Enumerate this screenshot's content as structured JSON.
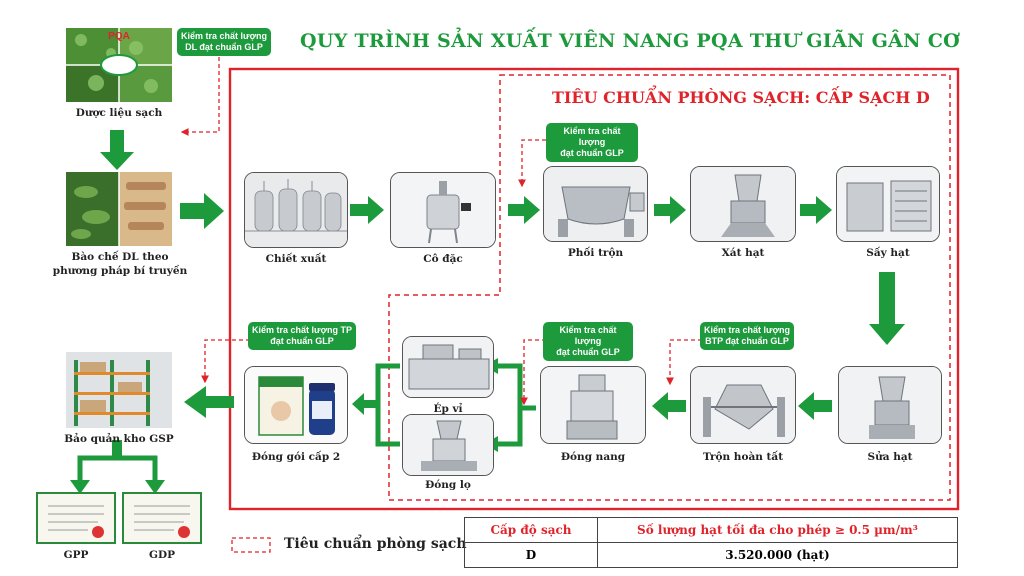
{
  "title": "QUY TRÌNH SẢN XUẤT VIÊN NANG PQA THƯ GIÃN GÂN CƠ",
  "clean_room_title": "TIÊU CHUẨN PHÒNG SẠCH: CẤP SẠCH D",
  "legend": "Tiêu chuẩn phòng sạch",
  "logo": "PQA",
  "qc_labels": {
    "raw": "Kiểm tra chất lượng\nDL đạt chuẩn GLP",
    "mix": "Kiểm tra chất lượng\nđạt chuẩn GLP",
    "finished": "Kiểm tra chất lượng TP\nđạt chuẩn GLP",
    "capsule": "Kiểm tra chất lượng\nđạt chuẩn GLP",
    "semi": "Kiểm tra chất lượng\nBTP đạt chuẩn GLP"
  },
  "steps": {
    "herbs": "Dược liệu sạch",
    "prep": "Bào chế DL theo\nphương pháp bí truyền",
    "extract": "Chiết xuất",
    "concentrate": "Cô đặc",
    "mixing": "Phối trộn",
    "granulate": "Xát hạt",
    "drying": "Sấy hạt",
    "sizing": "Sửa hạt",
    "final_mix": "Trộn hoàn tất",
    "capsule": "Đóng nang",
    "blister": "Ép vỉ",
    "bottle": "Đóng lọ",
    "package": "Đóng gói cấp 2",
    "storage": "Bảo quản kho GSP",
    "gpp": "GPP",
    "gdp": "GDP"
  },
  "table": {
    "h1": "Cấp độ sạch",
    "h2": "Số lượng hạt tối đa cho phép ≥ 0.5 µm/m³",
    "c1": "D",
    "c2": "3.520.000 (hạt)"
  },
  "colors": {
    "green": "#1d9a3c",
    "red": "#e0232a"
  }
}
